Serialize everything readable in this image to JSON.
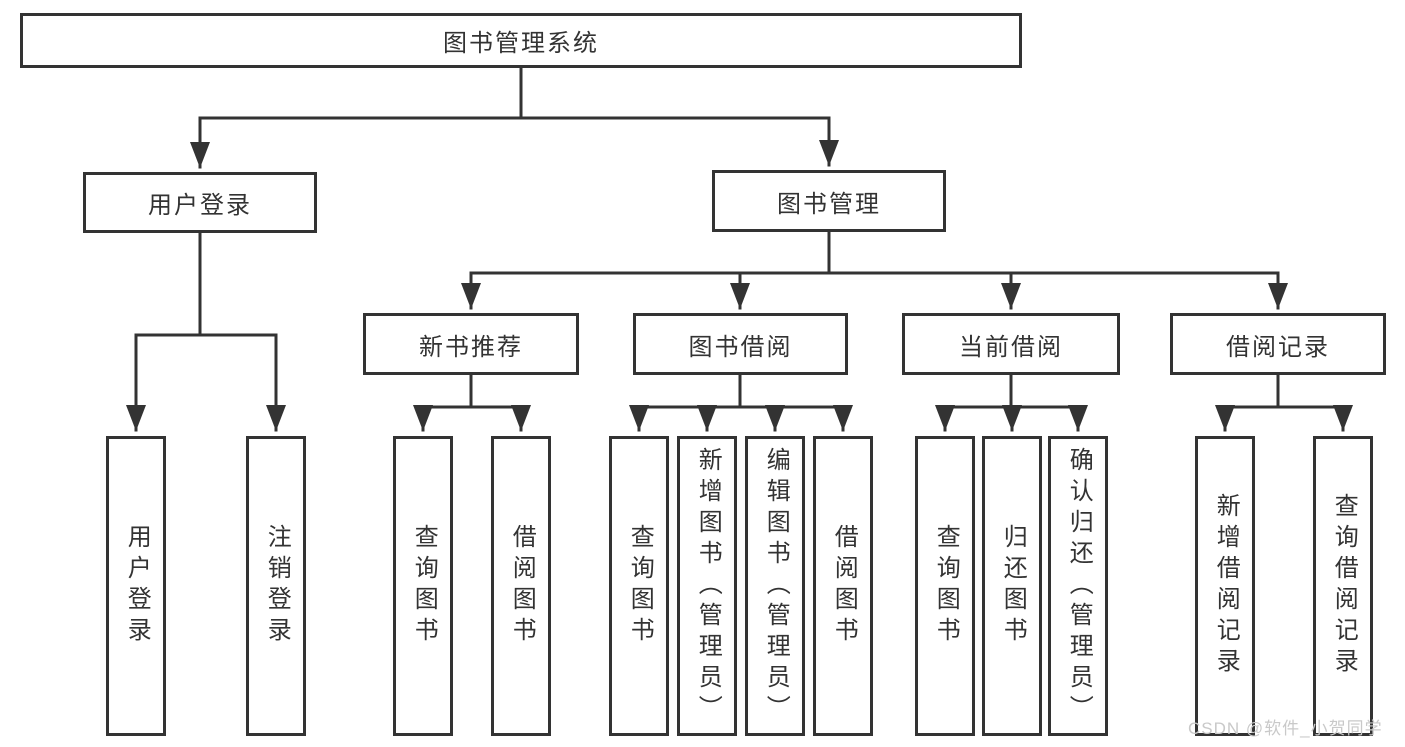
{
  "diagram": {
    "title": "图书管理系统",
    "root": {
      "label": "图书管理系统",
      "children": [
        {
          "label": "用户登录",
          "children": [
            {
              "label": "用户登录"
            },
            {
              "label": "注销登录"
            }
          ]
        },
        {
          "label": "图书管理",
          "children": [
            {
              "label": "新书推荐",
              "children": [
                {
                  "label": "查询图书"
                },
                {
                  "label": "借阅图书"
                }
              ]
            },
            {
              "label": "图书借阅",
              "children": [
                {
                  "label": "查询图书"
                },
                {
                  "label": "新增图书（管理员）"
                },
                {
                  "label": "编辑图书（管理员）"
                },
                {
                  "label": "借阅图书"
                }
              ]
            },
            {
              "label": "当前借阅",
              "children": [
                {
                  "label": "查询图书"
                },
                {
                  "label": "归还图书"
                },
                {
                  "label": "确认归还（管理员）"
                }
              ]
            },
            {
              "label": "借阅记录",
              "children": [
                {
                  "label": "新增借阅记录"
                },
                {
                  "label": "查询借阅记录"
                }
              ]
            }
          ]
        }
      ]
    },
    "watermark": "CSDN @软件_小贺同学",
    "colors": {
      "line": "#333333",
      "box_border": "#333333",
      "text": "#333333",
      "watermark": "#c9c9c9",
      "background": "#ffffff"
    }
  }
}
